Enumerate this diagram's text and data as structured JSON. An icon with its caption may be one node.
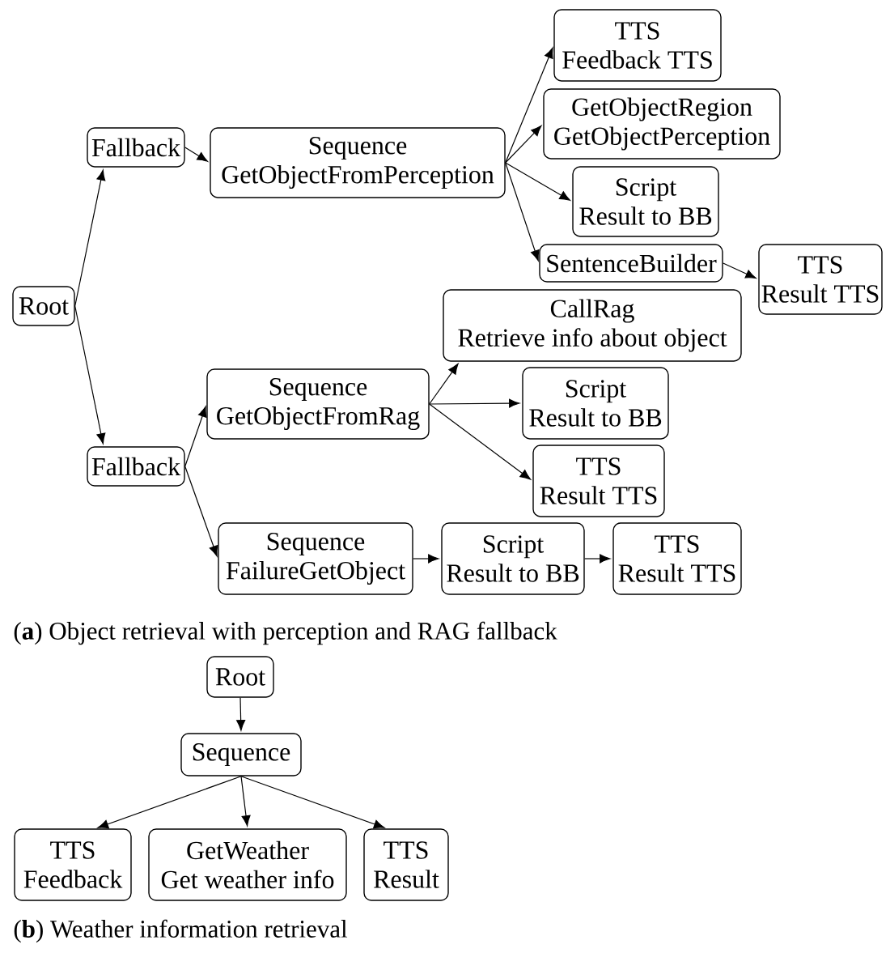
{
  "diagram": {
    "nodes": [
      {
        "text": [
          "Root"
        ]
      },
      {
        "text": [
          "Fallback"
        ]
      },
      {
        "text": [
          "Sequence",
          "GetObjectFromPerception"
        ]
      },
      {
        "text": [
          "TTS",
          "Feedback TTS"
        ]
      },
      {
        "text": [
          "GetObjectRegion",
          "GetObjectPerception"
        ]
      },
      {
        "text": [
          "Script",
          "Result to BB"
        ]
      },
      {
        "text": [
          "SentenceBuilder"
        ]
      },
      {
        "text": [
          "TTS",
          "Result TTS"
        ]
      },
      {
        "text": [
          "Fallback"
        ]
      },
      {
        "text": [
          "Sequence",
          "GetObjectFromRag"
        ]
      },
      {
        "text": [
          "CallRag",
          "Retrieve info about object"
        ]
      },
      {
        "text": [
          "Script",
          "Result to BB"
        ]
      },
      {
        "text": [
          "TTS",
          "Result TTS"
        ]
      },
      {
        "text": [
          "Sequence",
          "FailureGetObject"
        ]
      },
      {
        "text": [
          "Script",
          "Result to BB"
        ]
      },
      {
        "text": [
          "TTS",
          "Result TTS"
        ]
      },
      {
        "text": [
          "Root"
        ]
      },
      {
        "text": [
          "Sequence"
        ]
      },
      {
        "text": [
          "TTS",
          "Feedback"
        ]
      },
      {
        "text": [
          "GetWeather",
          "Get weather info"
        ]
      },
      {
        "text": [
          "TTS",
          "Result"
        ]
      }
    ],
    "edges": [
      {
        "from": 0,
        "to": 1,
        "arrow": "to"
      },
      {
        "from": 0,
        "to": 8,
        "arrow": "to"
      },
      {
        "from": 1,
        "to": 2,
        "arrow": "to"
      },
      {
        "from": 2,
        "to": 3,
        "arrow": "to"
      },
      {
        "from": 2,
        "to": 4,
        "arrow": "to"
      },
      {
        "from": 2,
        "to": 5,
        "arrow": "to"
      },
      {
        "from": 2,
        "to": 6,
        "arrow": "to"
      },
      {
        "from": 6,
        "to": 7,
        "arrow": "to"
      },
      {
        "from": 8,
        "to": 9,
        "arrow": "to"
      },
      {
        "from": 8,
        "to": 13,
        "arrow": "to"
      },
      {
        "from": 9,
        "to": 10,
        "arrow": "to"
      },
      {
        "from": 9,
        "to": 11,
        "arrow": "to"
      },
      {
        "from": 9,
        "to": 12,
        "arrow": "to"
      },
      {
        "from": 13,
        "to": 14,
        "arrow": "to"
      },
      {
        "from": 14,
        "to": 15,
        "arrow": "to"
      },
      {
        "from": 16,
        "to": 17,
        "arrow": "to"
      },
      {
        "from": 17,
        "to": 18,
        "arrow": "to"
      },
      {
        "from": 17,
        "to": 19,
        "arrow": "to"
      },
      {
        "from": 17,
        "to": 20,
        "arrow": "to"
      }
    ],
    "labels": [
      "(**a**) Object retrieval with perception and RAG fallback",
      "(**b**) Weather information retrieval"
    ]
  }
}
